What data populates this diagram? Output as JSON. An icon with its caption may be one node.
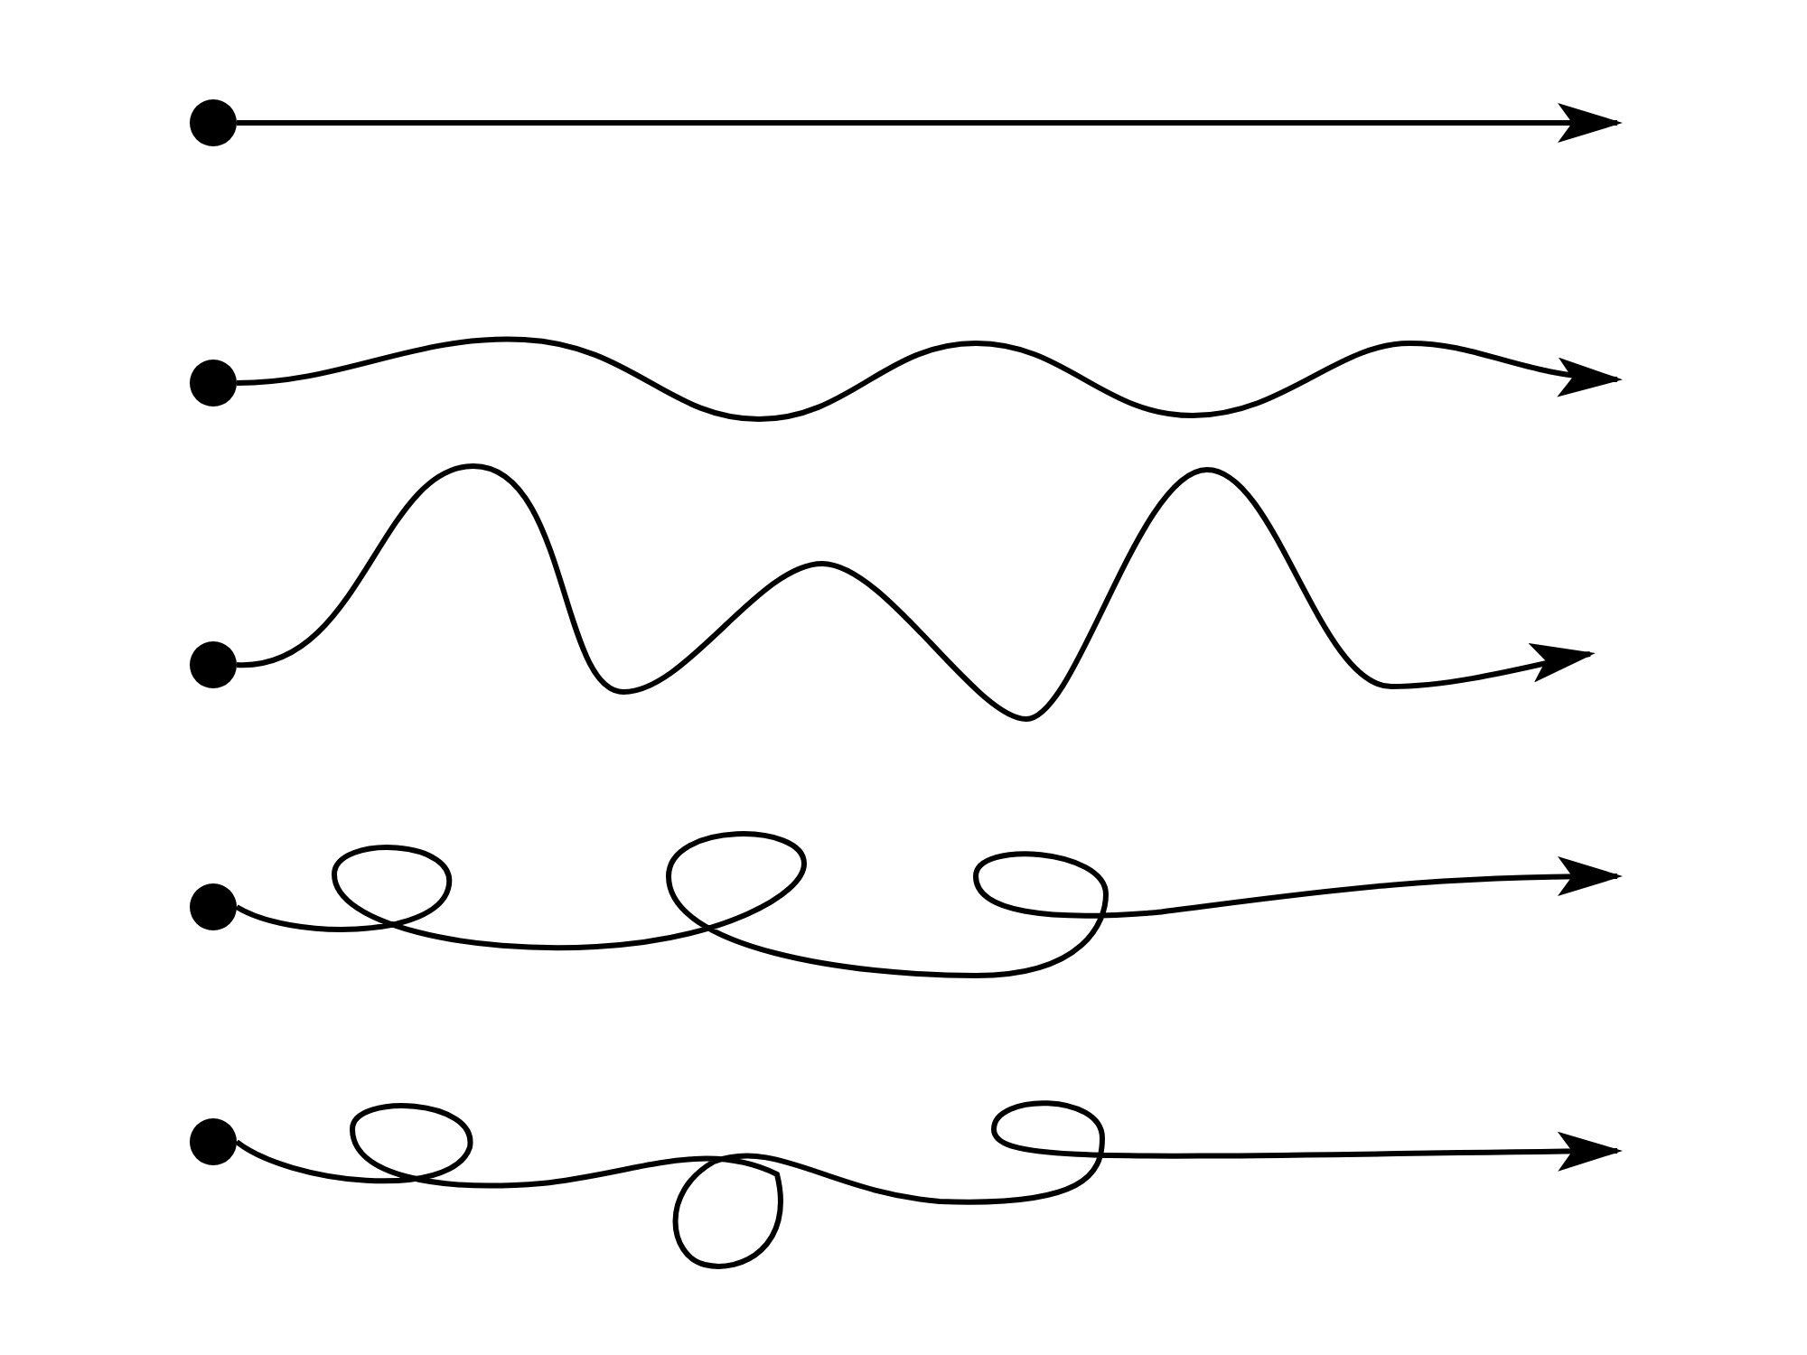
{
  "diagram": {
    "nodes": [
      {
        "text": [],
        "shape": "circle"
      },
      {
        "text": [],
        "shape": "circle"
      },
      {
        "text": [],
        "shape": "circle"
      },
      {
        "text": [],
        "shape": "circle"
      },
      {
        "text": [],
        "shape": "circle"
      }
    ],
    "edges": [
      {
        "from": 0,
        "to": null,
        "arrow": "to"
      },
      {
        "from": 1,
        "to": null,
        "arrow": "to"
      },
      {
        "from": 2,
        "to": null,
        "arrow": "to"
      },
      {
        "from": 3,
        "to": null,
        "arrow": "to"
      },
      {
        "from": 4,
        "to": null,
        "arrow": "to"
      }
    ]
  }
}
